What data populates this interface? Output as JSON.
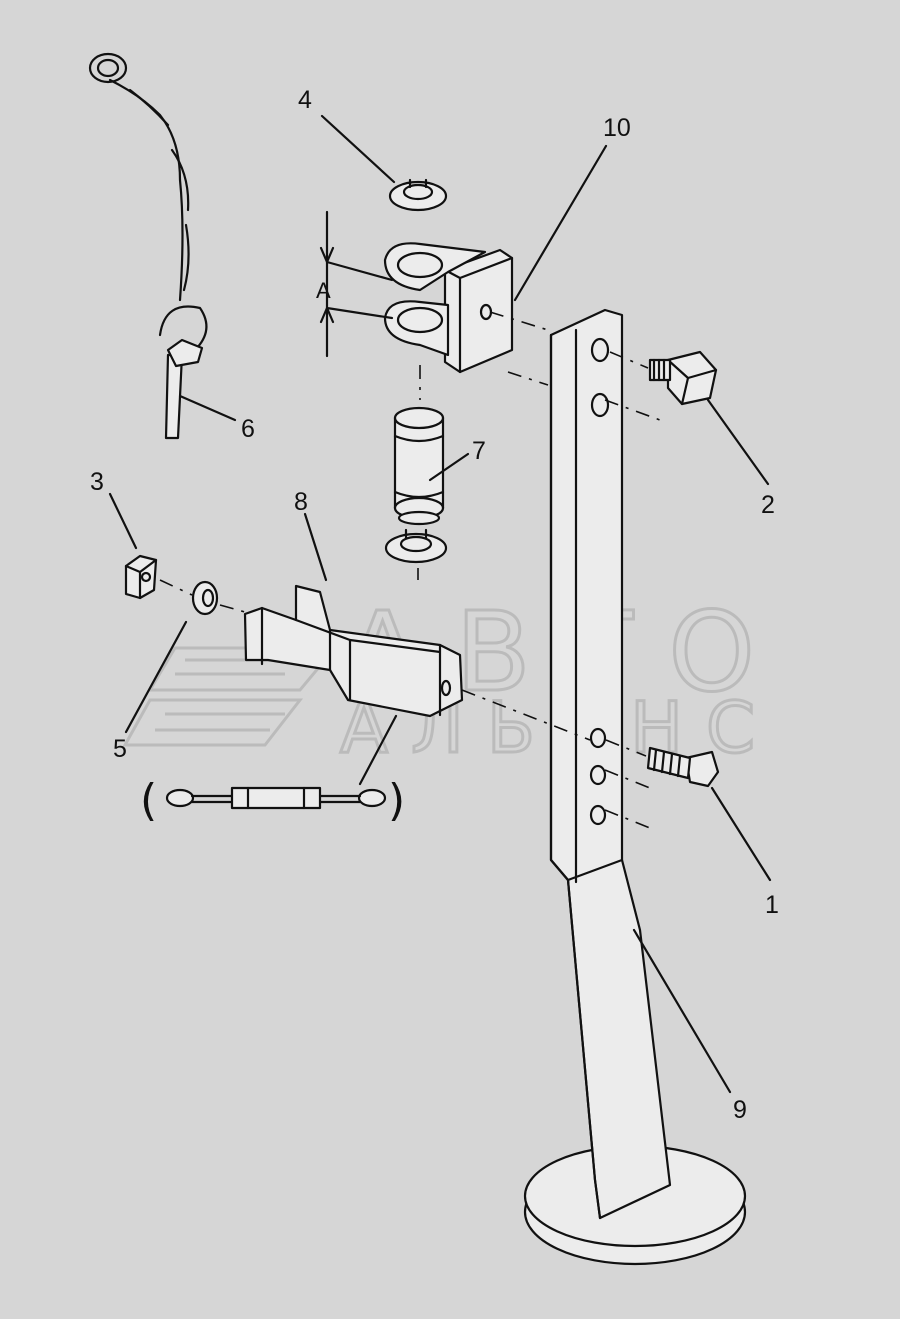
{
  "callouts": [
    "1",
    "2",
    "3",
    "4",
    "5",
    "6",
    "7",
    "8",
    "9",
    "10"
  ],
  "dimension_label": "A",
  "watermark": {
    "line1": "АВТО",
    "line2": "АЛЬЯНС",
    "color": "#b9b9b9"
  },
  "parens": {
    "open": "(",
    "close": ")"
  }
}
